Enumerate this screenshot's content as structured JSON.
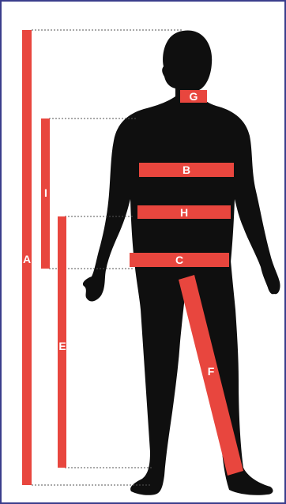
{
  "colors": {
    "body": "#0f0f0f",
    "bar": "#e8463e",
    "guide": "#555555",
    "border": "#3a3d8c"
  },
  "labels": {
    "A": "A",
    "B": "B",
    "C": "C",
    "E": "E",
    "F": "F",
    "G": "G",
    "H": "H",
    "I": "I"
  }
}
